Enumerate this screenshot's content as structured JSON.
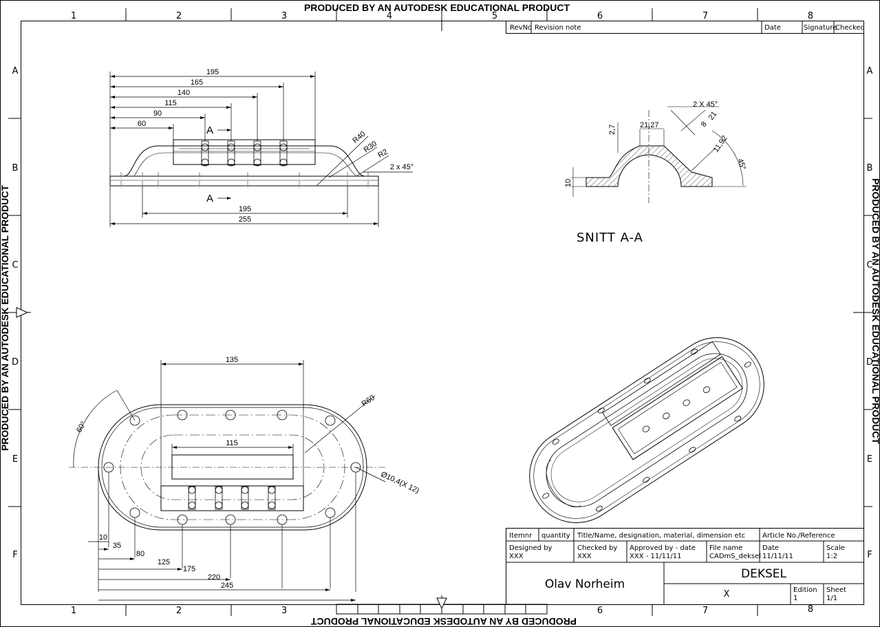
{
  "watermark": "PRODUCED BY AN AUTODESK EDUCATIONAL PRODUCT",
  "grid": {
    "columns": [
      "1",
      "2",
      "3",
      "4",
      "5",
      "6",
      "7",
      "8"
    ],
    "rows": [
      "A",
      "B",
      "C",
      "D",
      "E",
      "F"
    ]
  },
  "revision_table": {
    "headers": [
      "RevNo",
      "Revision note",
      "Date",
      "Signature",
      "Checked"
    ]
  },
  "front_view": {
    "top_dims": [
      "195",
      "165",
      "140",
      "115",
      "90",
      "60"
    ],
    "bottom_dims": [
      "195",
      "255"
    ],
    "radii": [
      "R40",
      "R30",
      "R2"
    ],
    "chamfer": "2 x 45°",
    "section_marker": "A"
  },
  "section_view": {
    "title": "SNITT A-A",
    "dims": [
      "2 X 45°",
      "21,27",
      "2,7",
      "21",
      "8",
      "11,92",
      "45°",
      "10"
    ]
  },
  "plan_view": {
    "top_dims": [
      "135",
      "115"
    ],
    "angle": "60°",
    "radius": "R60",
    "hole_callout": "Ø10,4(X 12)",
    "bottom_dims": [
      "10",
      "35",
      "80",
      "125",
      "175",
      "220",
      "245"
    ]
  },
  "title_block": {
    "labels": {
      "item": "Itemnr",
      "quantity": "quantity",
      "title": "Title/Name, designation, material, dimension etc",
      "article": "Article No./Reference",
      "designed_by": "Designed by",
      "checked_by": "Checked by",
      "approved_by": "Approved by - date",
      "file_name": "File name",
      "date": "Date",
      "scale": "Scale",
      "edition": "Edition",
      "sheet": "Sheet"
    },
    "values": {
      "designed_by": "XXX",
      "checked_by": "XXX",
      "approved_by": "XXX - 11/11/11",
      "file_name": "CADmS_deksel",
      "date": "11/11/11",
      "scale": "1:2",
      "designer_name": "Olav Norheim",
      "part_name": "DEKSEL",
      "x_mark": "X",
      "edition": "1",
      "sheet": "1/1"
    }
  }
}
